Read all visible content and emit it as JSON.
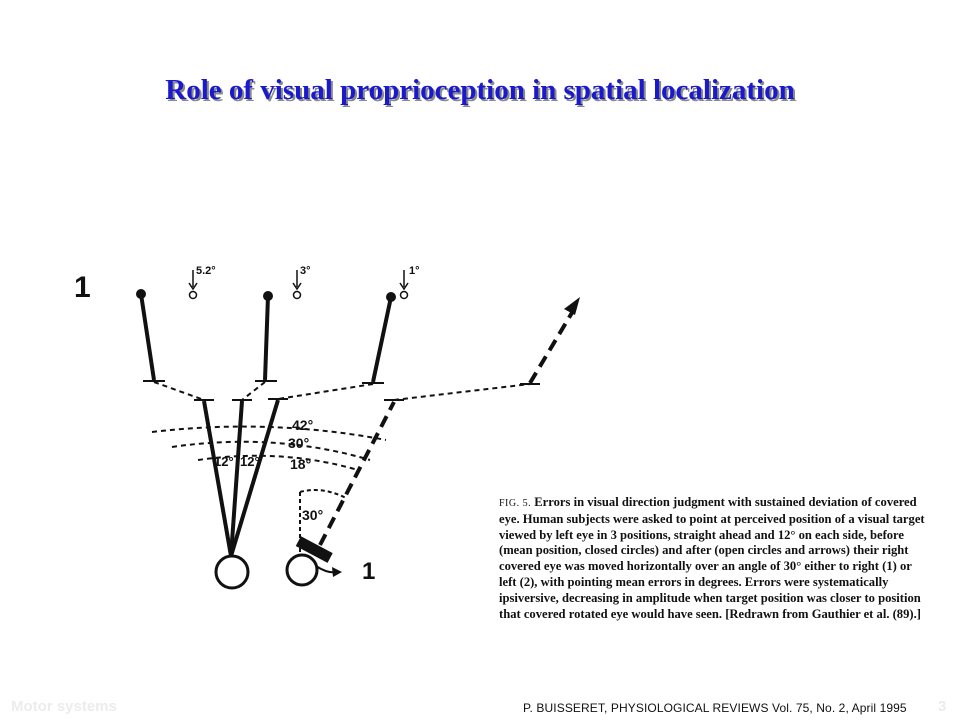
{
  "title": "Role of visual proprioception in spatial localization",
  "figure": {
    "panel_label": "1",
    "side_label": "1",
    "errors": [
      "5.2°",
      "3°",
      "1°"
    ],
    "angles_inner": [
      "12°",
      "12°"
    ],
    "angles_outer": [
      "42°",
      "30°",
      "18°"
    ],
    "rotation_angle": "30°"
  },
  "caption": {
    "prefix": "FIG. 5.",
    "text": "Errors in visual direction judgment with sustained deviation of covered eye. Human subjects were asked to point at perceived position of a visual target viewed by left eye in 3 positions, straight ahead and 12° on each side, before (mean position, closed circles) and after (open circles and arrows) their right covered eye was moved horizontally over an angle of 30° either to right (1) or left (2), with pointing mean errors in degrees. Errors were systematically ipsiversive, decreasing in amplitude when target position was closer to position that covered rotated eye would have seen. [Redrawn from Gauthier et al. (89).]"
  },
  "footer": {
    "left": "Motor systems",
    "citation": "P. BUISSERET, PHYSIOLOGICAL REVIEWS Vol. 75, No. 2, April 1995",
    "page": "3"
  }
}
